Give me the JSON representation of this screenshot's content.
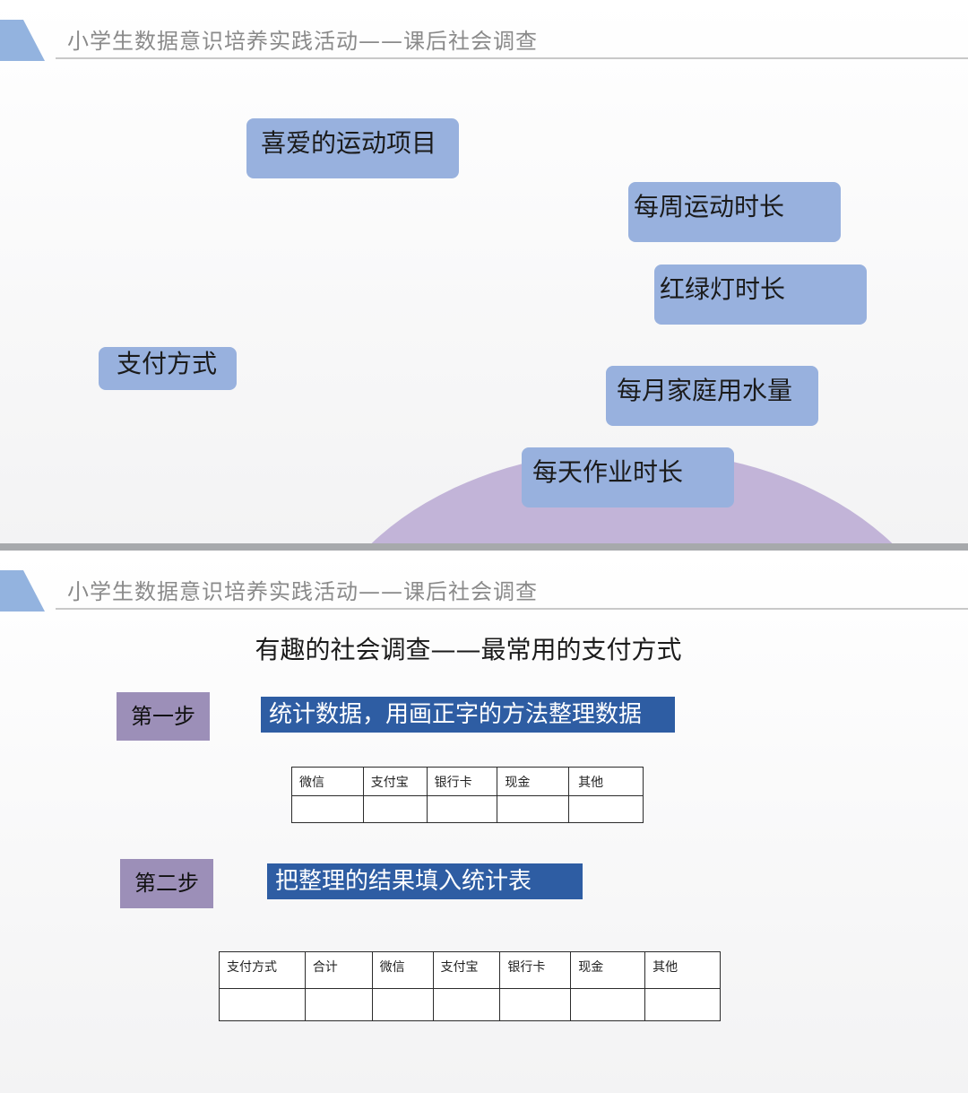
{
  "header": {
    "title": "小学生数据意识培养实践活动——课后社会调查"
  },
  "slide1": {
    "topics": [
      "喜爱的运动项目",
      "每周运动时长",
      "红绿灯时长",
      "支付方式",
      "每月家庭用水量",
      "每天作业时长"
    ]
  },
  "slide2": {
    "title": "有趣的社会调查——最常用的支付方式",
    "step1": {
      "label": "第一步",
      "desc": "统计数据，用画正字的方法整理数据",
      "table_headers": [
        "微信",
        "支付宝",
        "银行卡",
        "现金",
        "其他"
      ]
    },
    "step2": {
      "label": "第二步",
      "desc": "把整理的结果填入统计表",
      "table_headers": [
        "支付方式",
        "合计",
        "微信",
        "支付宝",
        "银行卡",
        "现金",
        "其他"
      ]
    }
  },
  "colors": {
    "tag_blue": "#98b1de",
    "step_purple": "#9c8fb8",
    "desc_blue": "#2e5da3",
    "arc_lavender": "#c2b4d8"
  }
}
